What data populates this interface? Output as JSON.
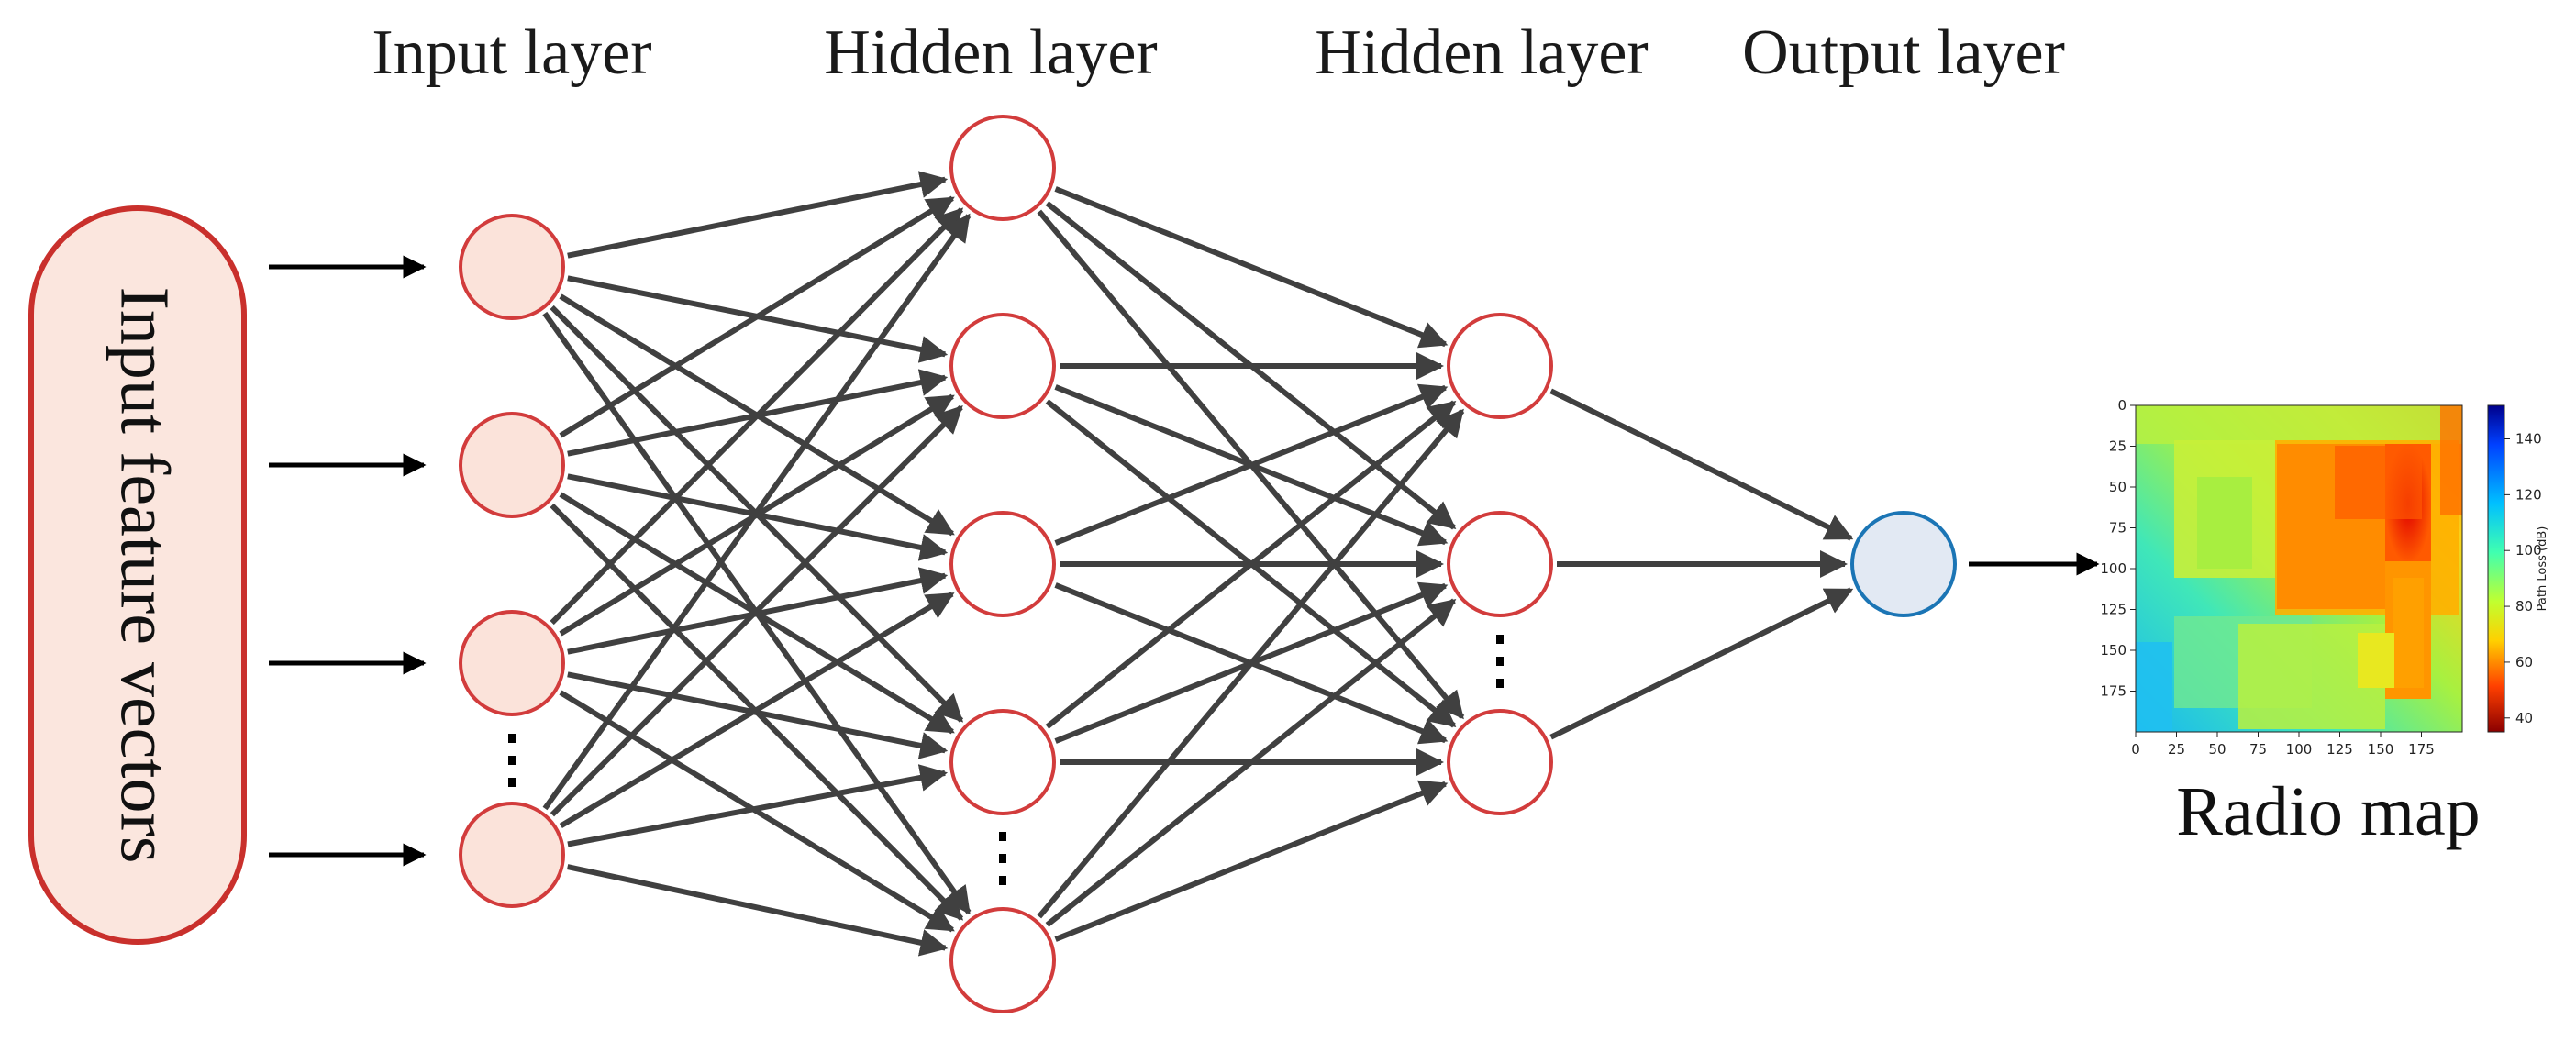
{
  "titles": {
    "input_layer": "Input layer",
    "hidden_layer_1": "Hidden layer",
    "hidden_layer_2": "Hidden layer",
    "output_layer": "Output layer"
  },
  "input_box_label": "Input feature vectors",
  "radio_map": {
    "label": "Radio map",
    "x_ticks": [
      "0",
      "25",
      "50",
      "75",
      "100",
      "125",
      "150",
      "175"
    ],
    "y_ticks": [
      "0",
      "25",
      "50",
      "75",
      "100",
      "125",
      "150",
      "175"
    ],
    "colorbar_title": "Path Loss (dB)",
    "colorbar_ticks": [
      "140",
      "120",
      "100",
      "80",
      "60",
      "40"
    ]
  },
  "colors": {
    "input_node_fill": "#fbe3da",
    "node_stroke": "#d23c3c",
    "output_node_fill": "#e2e9f3",
    "output_node_stroke": "#1b75b5",
    "edge": "#404040",
    "input_box_stroke": "#c9302c"
  }
}
